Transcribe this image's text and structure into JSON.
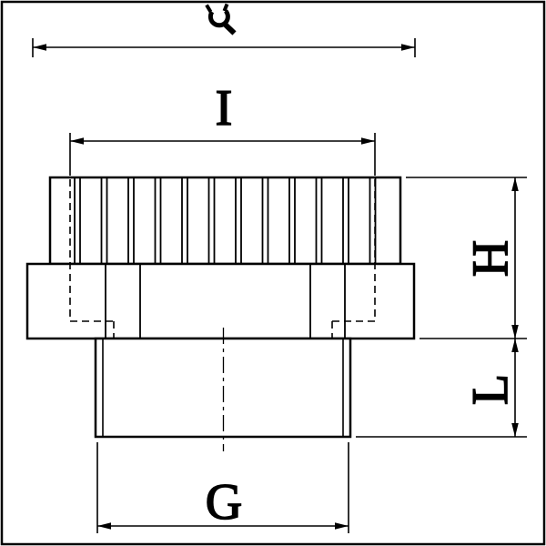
{
  "drawing": {
    "type": "technical-dimension-drawing",
    "subject": "cable-gland-fitting-side-view",
    "background_color": "#ffffff",
    "line_color": "#000000",
    "labels": {
      "top": "I",
      "right_upper": "H",
      "right_lower": "L",
      "bottom": "G"
    },
    "icons": [
      {
        "name": "wrench-icon",
        "meaning": "open-end spanner symbol for wrench size"
      }
    ]
  }
}
